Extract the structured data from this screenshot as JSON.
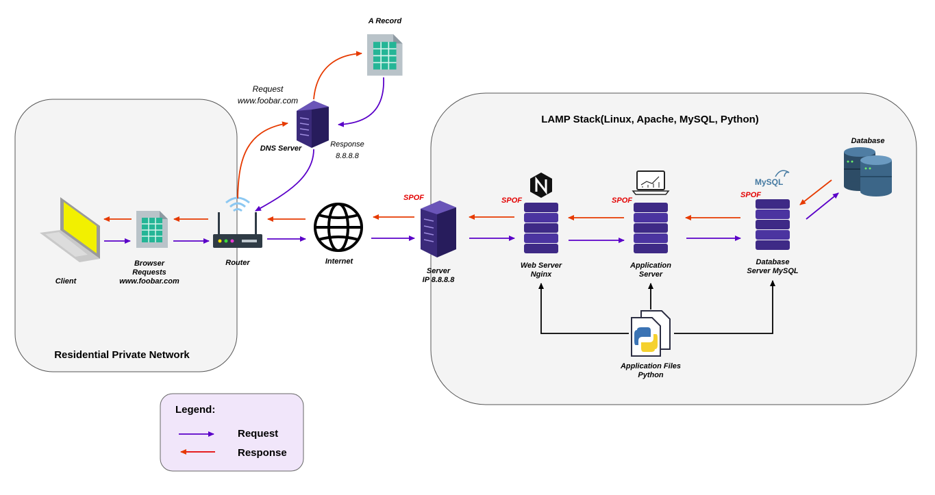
{
  "groups": {
    "residential": "Residential Private Network",
    "lamp": "LAMP Stack(Linux, Apache, MySQL, Python)"
  },
  "nodes": {
    "client": "Client",
    "browser": [
      "Browser",
      "Requests",
      "www.foobar.com"
    ],
    "router": "Router",
    "dns_server": "DNS Server",
    "a_record": "A Record",
    "internet": "Internet",
    "server": [
      "Server",
      "IP 8.8.8.8"
    ],
    "web_server": [
      "Web Server",
      "Nginx"
    ],
    "app_server": [
      "Application",
      "Server"
    ],
    "db_server": [
      "Database",
      "Server MySQL"
    ],
    "database": "Database",
    "app_files": [
      "Application Files",
      "Python"
    ]
  },
  "annotations": {
    "request": [
      "Request",
      "www.foobar.com"
    ],
    "response": [
      "Response",
      "8.8.8.8"
    ],
    "spof": "SPOF",
    "mysql_logo": "MySQL"
  },
  "legend": {
    "title": "Legend:",
    "items": [
      {
        "label": "Request",
        "color": "#5a00c8"
      },
      {
        "label": "Response",
        "color": "#e30000"
      }
    ]
  },
  "colors": {
    "request_arrow": "#5a00c8",
    "response_arrow": "#e63a00",
    "spof": "#e30000",
    "server_purple": "#4b2d8f",
    "sheet_teal": "#29b89a"
  }
}
